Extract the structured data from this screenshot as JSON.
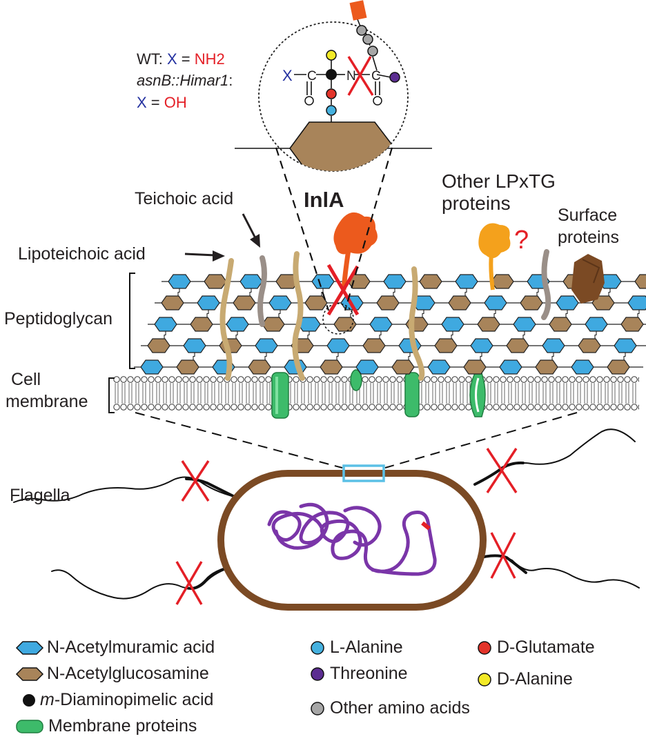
{
  "labels": {
    "wt_prefix": "WT: ",
    "x": "X",
    "equals": " = ",
    "nh2": "NH2",
    "mutant": "asnB::Himar1",
    "mutant_colon": ":",
    "oh": "OH",
    "inla": "InlA",
    "teichoic_acid": "Teichoic acid",
    "lipoteichoic_acid": "Lipoteichoic acid",
    "peptidoglycan": "Peptidoglycan",
    "cell": "Cell",
    "membrane": "membrane",
    "other_lpxtg_1": "Other LPxTG",
    "other_lpxtg_2": "proteins",
    "question_mark": "?",
    "surface_1": "Surface",
    "surface_2": "proteins",
    "flagella": "Flagella",
    "atom_c": "C",
    "atom_n": "N"
  },
  "legend": {
    "murnac": "N-Acetylmuramic acid",
    "glcnac": "N-Acetylglucosamine",
    "dap_italic": "m",
    "dap_rest": "-Diaminopimelic acid",
    "membrane_proteins": "Membrane proteins",
    "l_alanine": "L-Alanine",
    "threonine": "Threonine",
    "other_amino_acids": "Other amino acids",
    "d_glutamate": "D-Glutamate",
    "d_alanine": "D-Alanine"
  },
  "colors": {
    "murnac": "#3fa9e0",
    "glcnac": "#a8845a",
    "dap": "#111111",
    "membrane_protein": "#3dbb6a",
    "l_alanine": "#45b1df",
    "threonine": "#5b2d91",
    "other_amino": "#a6a6a6",
    "d_glutamate": "#e3342a",
    "d_alanine": "#f3ea27",
    "inla": "#ec5a1d",
    "lpxtg": "#f4a11c",
    "surface": "#7b4a24",
    "chromosome": "#7a35a8",
    "cell_wall": "#7b4a24",
    "cross": "#e41f26",
    "x_blue": "#2431a0",
    "box": "#5bc0e6"
  }
}
